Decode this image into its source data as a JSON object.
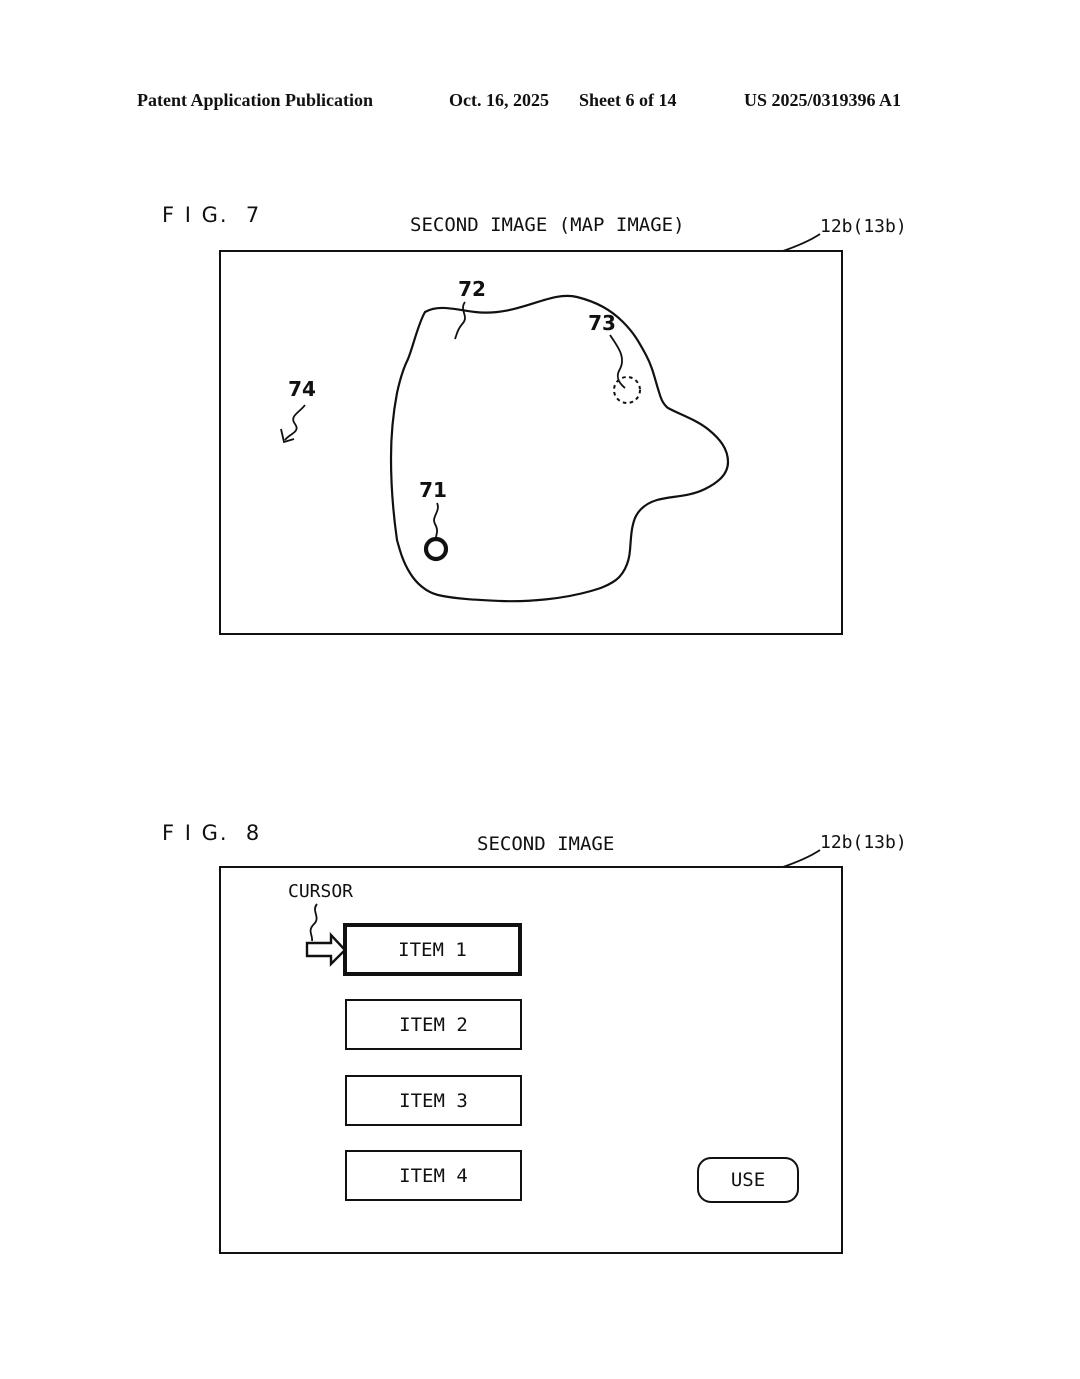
{
  "header": {
    "left": "Patent Application Publication",
    "date": "Oct. 16, 2025",
    "sheet": "Sheet 6 of 14",
    "right": "US 2025/0319396 A1"
  },
  "fig7": {
    "label": "F I G.  7",
    "title": "SECOND IMAGE (MAP IMAGE)",
    "ref": "12b(13b)",
    "annotations": {
      "n71": "71",
      "n72": "72",
      "n73": "73",
      "n74": "74"
    }
  },
  "fig8": {
    "label": "F I G.  8",
    "title": "SECOND IMAGE",
    "ref": "12b(13b)",
    "cursor": "CURSOR",
    "items": [
      "ITEM 1",
      "ITEM 2",
      "ITEM 3",
      "ITEM 4"
    ],
    "use": "USE"
  },
  "colors": {
    "ink": "#111111",
    "bg": "#ffffff"
  }
}
